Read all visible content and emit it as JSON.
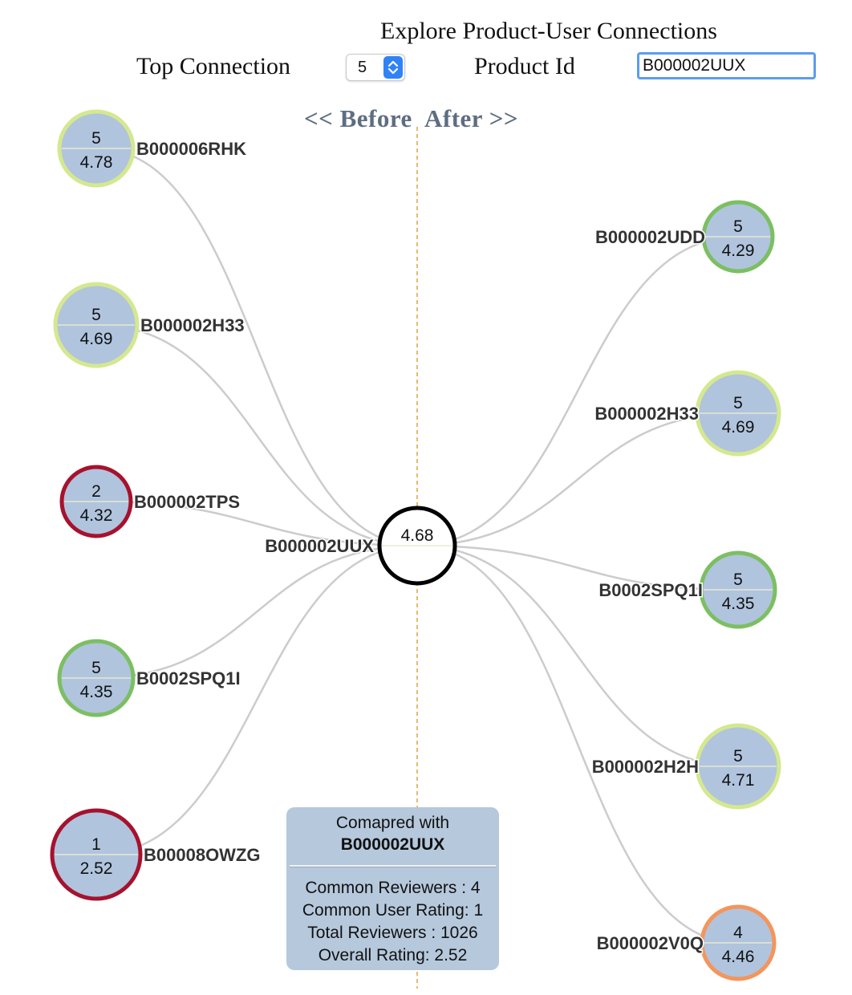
{
  "header": {
    "title": "Explore Product-User Connections",
    "top_connection_label": "Top Connection",
    "top_connection_value": "5",
    "product_id_label": "Product Id",
    "product_id_value": "B000002UUX"
  },
  "sides": {
    "before": "<< Before",
    "after": "After >>"
  },
  "center": {
    "id": "B000002UUX",
    "rating": "4.68"
  },
  "colors": {
    "light_green": "#d4e88f",
    "green": "#7cbf62",
    "red": "#a6122e",
    "orange": "#f4955c",
    "node_fill": "#b0c4de",
    "center_stroke": "#000000",
    "link": "#cccccc",
    "divider": "#e0a040"
  },
  "before_nodes": [
    {
      "id": "B000006RHK",
      "count": "5",
      "rating": "4.78",
      "ring": "light_green"
    },
    {
      "id": "B000002H33",
      "count": "5",
      "rating": "4.69",
      "ring": "light_green"
    },
    {
      "id": "B000002TPS",
      "count": "2",
      "rating": "4.32",
      "ring": "red"
    },
    {
      "id": "B0002SPQ1I",
      "count": "5",
      "rating": "4.35",
      "ring": "green"
    },
    {
      "id": "B00008OWZG",
      "count": "1",
      "rating": "2.52",
      "ring": "red"
    }
  ],
  "after_nodes": [
    {
      "id": "B000002UDD",
      "count": "5",
      "rating": "4.29",
      "ring": "green"
    },
    {
      "id": "B000002H33",
      "count": "5",
      "rating": "4.69",
      "ring": "light_green"
    },
    {
      "id": "B0002SPQ1I",
      "count": "5",
      "rating": "4.35",
      "ring": "green"
    },
    {
      "id": "B000002H2H",
      "count": "5",
      "rating": "4.71",
      "ring": "light_green"
    },
    {
      "id": "B000002V0Q",
      "count": "4",
      "rating": "4.46",
      "ring": "orange"
    }
  ],
  "tooltip": {
    "heading": "Comapred with",
    "product": "B000002UUX",
    "common_reviewers": "Common Reviewers : 4",
    "common_user_rating": "Common User Rating: 1",
    "total_reviewers": "Total Reviewers : 1026",
    "overall_rating": "Overall Rating: 2.52"
  }
}
